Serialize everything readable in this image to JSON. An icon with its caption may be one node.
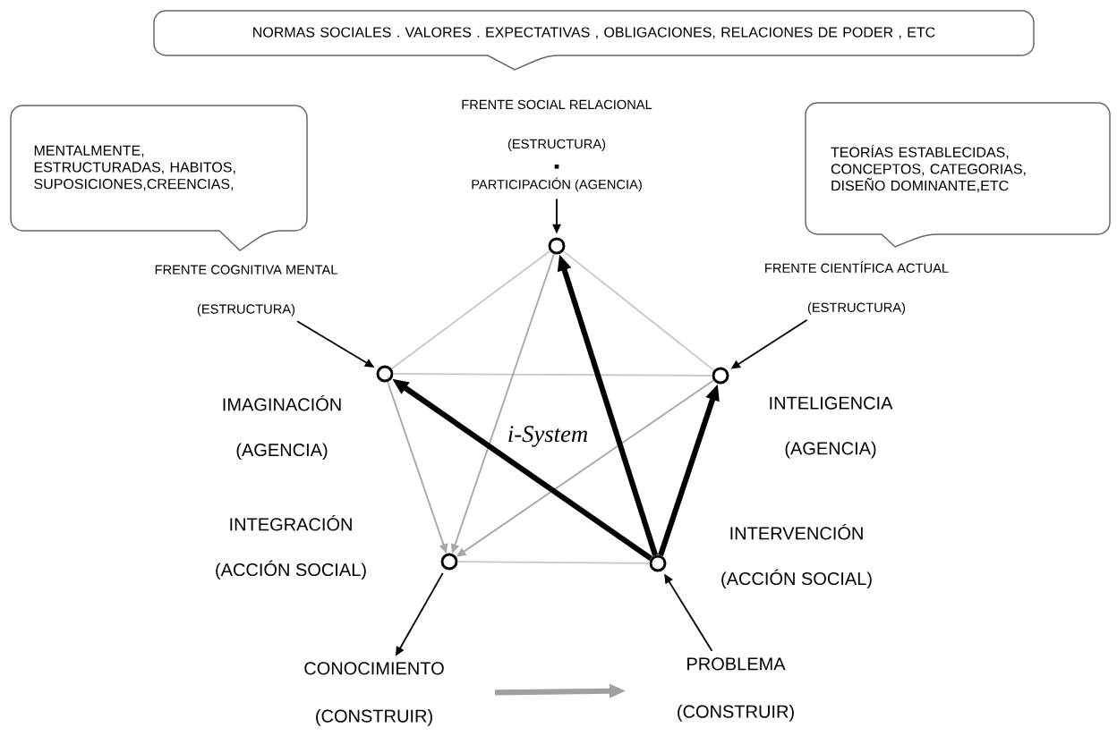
{
  "diagram": {
    "nodes": [
      {
        "text": [
          "NORMAS SOCIALES . VALORES . EXPECTATIVAS , OBLIGACIONES, RELACIONES DE PODER , ETC"
        ]
      },
      {
        "text": [
          "MENTALMENTE, ESTRUCTURADAS, HABITOS, SUPOSICIONES,CREENCIAS,"
        ]
      },
      {
        "text": [
          "TEORÍAS ESTABLECIDAS, CONCEPTOS, CATEGORIAS, DISEÑO DOMINANTE,ETC"
        ]
      },
      {
        "text": [
          "FRENTE SOCIAL RELACIONAL",
          "(ESTRUCTURA)",
          "PARTICIPACIÓN (AGENCIA)"
        ]
      },
      {
        "text": [
          "FRENTE COGNITIVA MENTAL",
          "(ESTRUCTURA)"
        ]
      },
      {
        "text": [
          "FRENTE CIENTÍFICA ACTUAL",
          "(ESTRUCTURA)"
        ]
      },
      {
        "text": [],
        "shape": "circle"
      },
      {
        "text": [],
        "shape": "circle",
        "beside": [
          "IMAGINACIÓN",
          "(AGENCIA)"
        ]
      },
      {
        "text": [],
        "shape": "circle",
        "beside": [
          "INTELIGENCIA",
          "(AGENCIA)"
        ]
      },
      {
        "text": [],
        "shape": "circle",
        "beside": [
          "INTEGRACIÓN",
          "(ACCIÓN SOCIAL)"
        ]
      },
      {
        "text": [],
        "shape": "circle",
        "beside": [
          "INTERVENCIÓN",
          "(ACCIÓN SOCIAL)"
        ]
      },
      {
        "text": [
          "CONOCIMIENTO",
          "(CONSTRUIR)"
        ]
      },
      {
        "text": [
          "PROBLEMA",
          "(CONSTRUIR)"
        ]
      }
    ],
    "edges": [
      {
        "from": 6,
        "to": 7,
        "arrow": "none",
        "color": "#c8c8c8"
      },
      {
        "from": 6,
        "to": 8,
        "arrow": "none",
        "color": "#c8c8c8"
      },
      {
        "from": 7,
        "to": 8,
        "arrow": "none",
        "color": "#c8c8c8"
      },
      {
        "from": 9,
        "to": 10,
        "arrow": "none",
        "color": "#c8c8c8"
      },
      {
        "from": 7,
        "to": 9,
        "arrow": "to",
        "color": "#a8a8a8"
      },
      {
        "from": 6,
        "to": 9,
        "arrow": "to",
        "color": "#a8a8a8"
      },
      {
        "from": 8,
        "to": 9,
        "arrow": "to",
        "color": "#a8a8a8"
      },
      {
        "from": 10,
        "to": 7,
        "arrow": "to",
        "style": "thick"
      },
      {
        "from": 10,
        "to": 6,
        "arrow": "to",
        "style": "thick"
      },
      {
        "from": 10,
        "to": 8,
        "arrow": "to",
        "style": "thick"
      },
      {
        "from": 3,
        "to": 6,
        "arrow": "to"
      },
      {
        "from": 4,
        "to": 7,
        "arrow": "to"
      },
      {
        "from": 5,
        "to": 8,
        "arrow": "to"
      },
      {
        "from": 9,
        "to": 11,
        "arrow": "to"
      },
      {
        "from": 12,
        "to": 10,
        "arrow": "to"
      },
      {
        "from": 11,
        "to": 12,
        "arrow": "to",
        "style": "thick",
        "color": "#a0a0a0"
      }
    ],
    "labels": [
      "i-System"
    ]
  }
}
